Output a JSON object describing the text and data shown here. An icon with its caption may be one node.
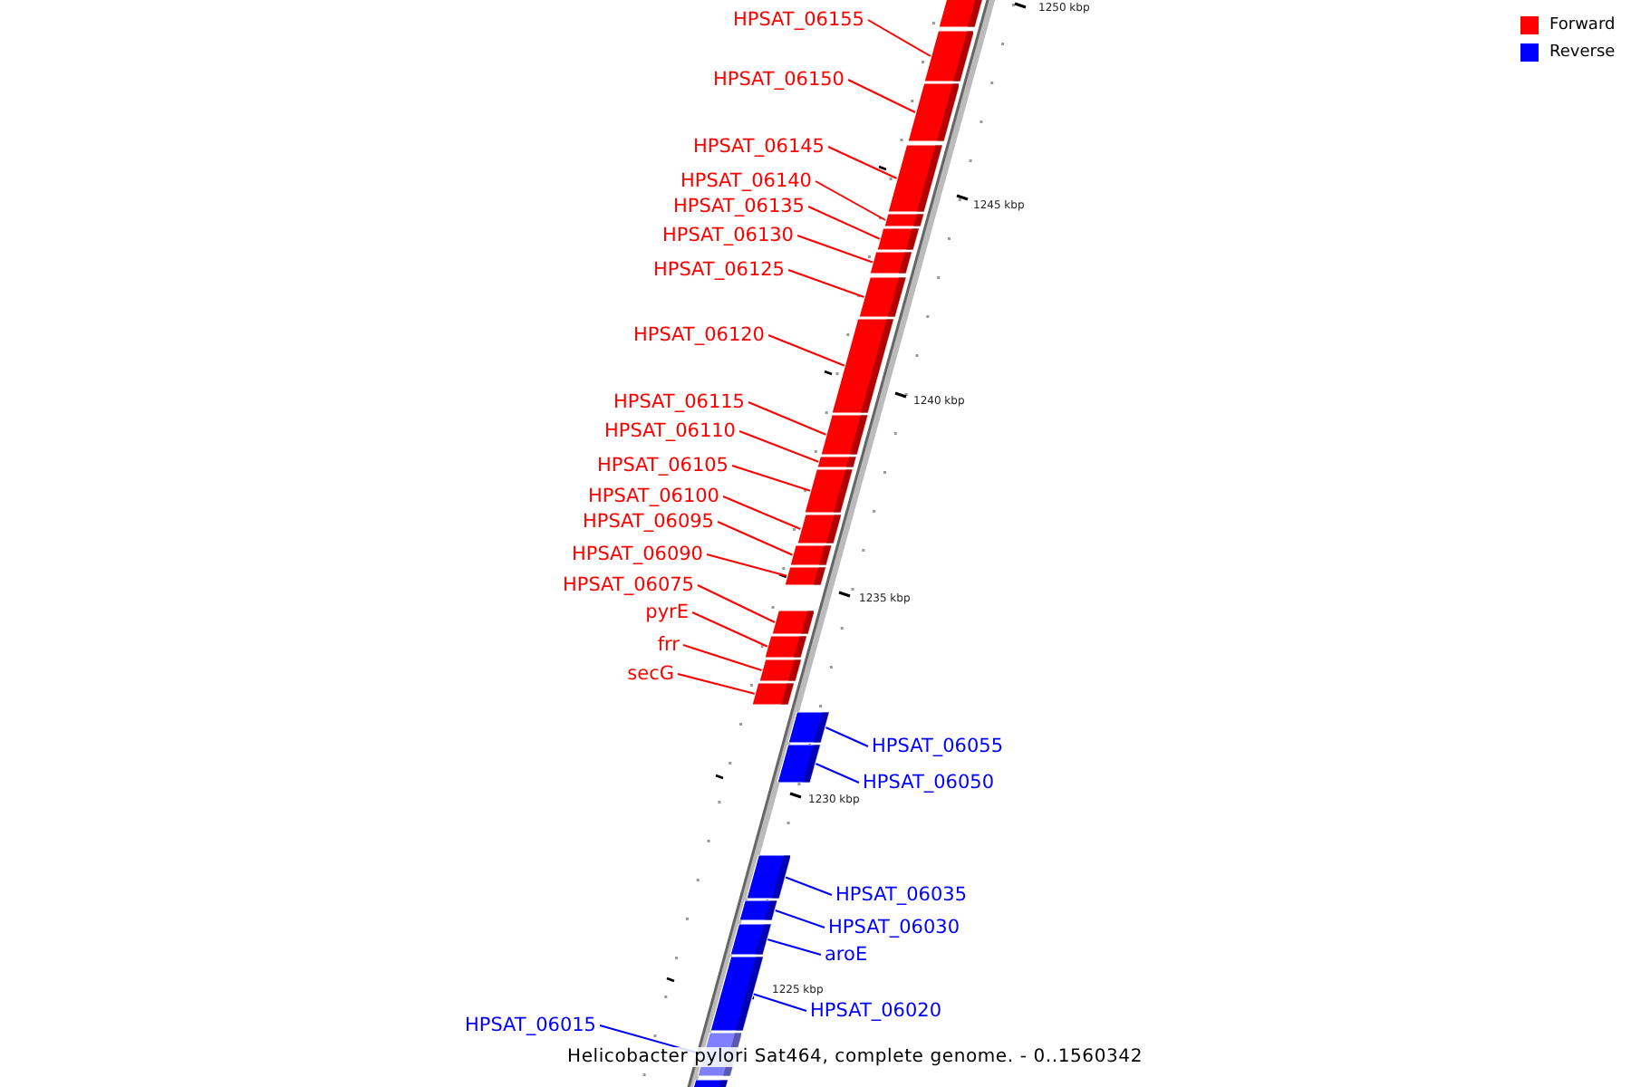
{
  "diagram": {
    "caption": "Helicobacter pylori Sat464, complete genome. - 0..1560342",
    "nodes": [
      {
        "text": [
          "HPSAT_06155"
        ]
      },
      {
        "text": [
          "HPSAT_06150"
        ]
      },
      {
        "text": [
          "HPSAT_06145"
        ]
      },
      {
        "text": [
          "HPSAT_06140"
        ]
      },
      {
        "text": [
          "HPSAT_06135"
        ]
      },
      {
        "text": [
          "HPSAT_06130"
        ]
      },
      {
        "text": [
          "HPSAT_06125"
        ]
      },
      {
        "text": [
          "HPSAT_06120"
        ]
      },
      {
        "text": [
          "HPSAT_06115"
        ]
      },
      {
        "text": [
          "HPSAT_06110"
        ]
      },
      {
        "text": [
          "HPSAT_06105"
        ]
      },
      {
        "text": [
          "HPSAT_06100"
        ]
      },
      {
        "text": [
          "HPSAT_06095"
        ]
      },
      {
        "text": [
          "HPSAT_06090"
        ]
      },
      {
        "text": [
          "HPSAT_06075"
        ]
      },
      {
        "text": [
          "pyrE"
        ]
      },
      {
        "text": [
          "frr"
        ]
      },
      {
        "text": [
          "secG"
        ]
      },
      {
        "text": [
          "HPSAT_06055"
        ]
      },
      {
        "text": [
          "HPSAT_06050"
        ]
      },
      {
        "text": [
          "HPSAT_06035"
        ]
      },
      {
        "text": [
          "HPSAT_06030"
        ]
      },
      {
        "text": [
          "aroE"
        ]
      },
      {
        "text": [
          "HPSAT_06020"
        ]
      },
      {
        "text": [
          "HPSAT_06015"
        ]
      },
      {
        "text": [],
        "shape": "box"
      },
      {
        "text": [],
        "shape": "box"
      },
      {
        "text": [],
        "shape": "box"
      },
      {
        "text": [],
        "shape": "box"
      },
      {
        "text": [],
        "shape": "box"
      },
      {
        "text": [],
        "shape": "box"
      },
      {
        "text": [],
        "shape": "box"
      },
      {
        "text": [],
        "shape": "box"
      },
      {
        "text": [],
        "shape": "box"
      },
      {
        "text": [],
        "shape": "box"
      },
      {
        "text": [],
        "shape": "box"
      },
      {
        "text": [],
        "shape": "box"
      },
      {
        "text": [],
        "shape": "box"
      },
      {
        "text": [],
        "shape": "box"
      },
      {
        "text": [],
        "shape": "box"
      },
      {
        "text": [],
        "shape": "box"
      },
      {
        "text": [],
        "shape": "box"
      },
      {
        "text": [],
        "shape": "box"
      },
      {
        "text": [],
        "shape": "box"
      },
      {
        "text": [],
        "shape": "box"
      },
      {
        "text": [],
        "shape": "box"
      },
      {
        "text": [],
        "shape": "box"
      },
      {
        "text": [],
        "shape": "box"
      },
      {
        "text": [],
        "shape": "box"
      },
      {
        "text": [],
        "shape": "box"
      },
      {
        "text": [],
        "shape": "box"
      },
      {
        "text": [],
        "shape": "box"
      }
    ],
    "edges": [
      {
        "from": 0,
        "to": 26,
        "arrow": "none"
      },
      {
        "from": 1,
        "to": 27,
        "arrow": "none"
      },
      {
        "from": 2,
        "to": 28,
        "arrow": "none"
      },
      {
        "from": 3,
        "to": 29,
        "arrow": "none"
      },
      {
        "from": 4,
        "to": 30,
        "arrow": "none"
      },
      {
        "from": 5,
        "to": 31,
        "arrow": "none"
      },
      {
        "from": 6,
        "to": 32,
        "arrow": "none"
      },
      {
        "from": 7,
        "to": 33,
        "arrow": "none"
      },
      {
        "from": 8,
        "to": 34,
        "arrow": "none"
      },
      {
        "from": 9,
        "to": 35,
        "arrow": "none"
      },
      {
        "from": 10,
        "to": 36,
        "arrow": "none"
      },
      {
        "from": 11,
        "to": 37,
        "arrow": "none"
      },
      {
        "from": 12,
        "to": 38,
        "arrow": "none"
      },
      {
        "from": 13,
        "to": 39,
        "arrow": "none"
      },
      {
        "from": 14,
        "to": 40,
        "arrow": "none"
      },
      {
        "from": 15,
        "to": 41,
        "arrow": "none"
      },
      {
        "from": 16,
        "to": 42,
        "arrow": "none"
      },
      {
        "from": 17,
        "to": 43,
        "arrow": "none"
      },
      {
        "from": 18,
        "to": 44,
        "arrow": "none",
        "color": "#0000ff"
      },
      {
        "from": 19,
        "to": 45,
        "arrow": "none",
        "color": "#0000ff"
      },
      {
        "from": 20,
        "to": 46,
        "arrow": "none",
        "color": "#0000ff"
      },
      {
        "from": 21,
        "to": 47,
        "arrow": "none",
        "color": "#0000ff"
      },
      {
        "from": 22,
        "to": 48,
        "arrow": "none",
        "color": "#0000ff"
      },
      {
        "from": 23,
        "to": 49,
        "arrow": "none",
        "color": "#0000ff"
      },
      {
        "from": 24,
        "to": 50,
        "arrow": "none",
        "color": "#0000ff"
      }
    ],
    "labels": [
      "1250 kbp",
      "1245 kbp",
      "1240 kbp",
      "1235 kbp",
      "1230 kbp",
      "1225 kbp"
    ],
    "legend": [
      {
        "text": "Forward",
        "color": "#ff0000"
      },
      {
        "text": "Reverse",
        "color": "#0000ff"
      }
    ]
  }
}
